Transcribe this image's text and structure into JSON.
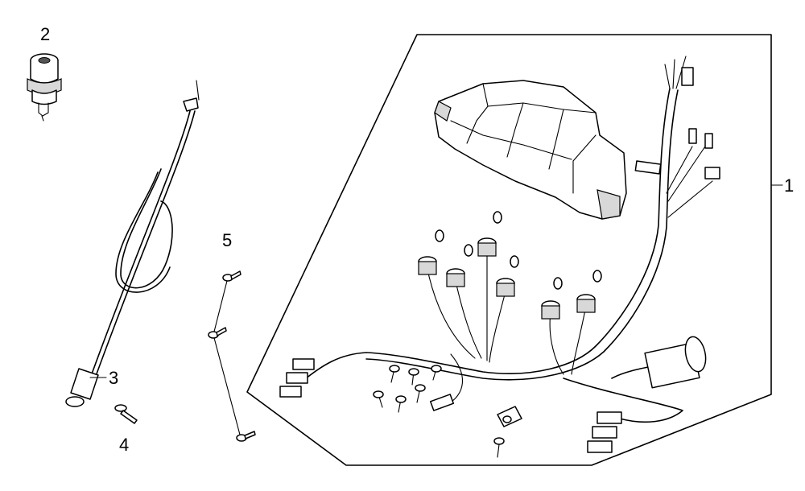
{
  "callouts": {
    "p1": "1",
    "p2": "2",
    "p3": "3",
    "p4": "4",
    "p5": "5"
  }
}
